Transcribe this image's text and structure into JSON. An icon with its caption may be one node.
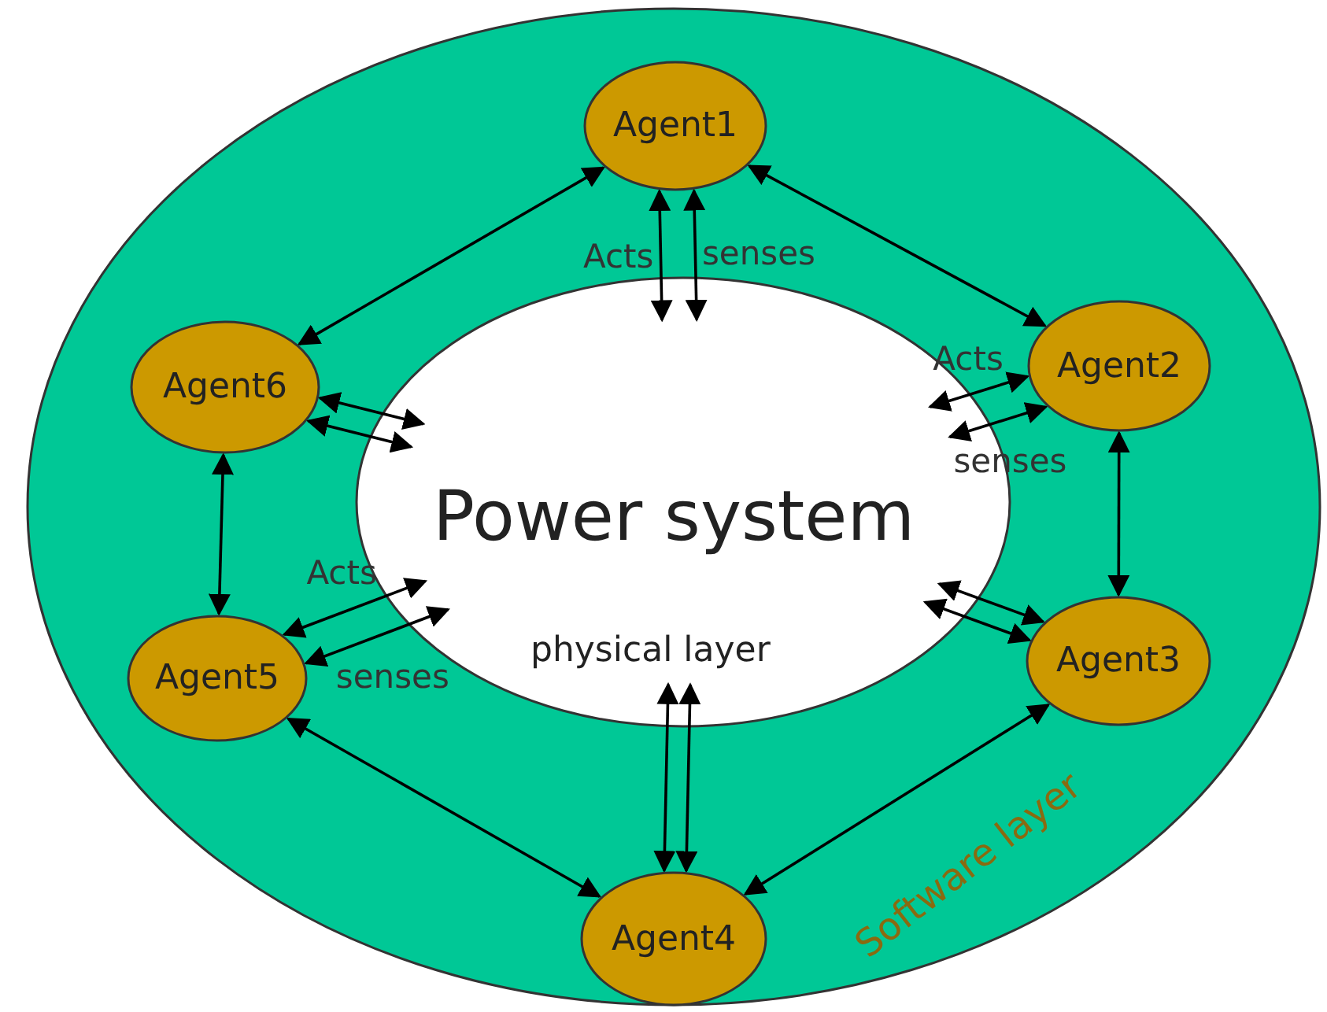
{
  "diagram": {
    "nodes": [
      {
        "text": [
          "Software layer"
        ]
      },
      {
        "text": [
          "Power system",
          "physical layer"
        ],
        "in": 0
      },
      {
        "text": [
          "Agent1"
        ],
        "in": 0
      },
      {
        "text": [
          "Agent2"
        ],
        "in": 0
      },
      {
        "text": [
          "Agent3"
        ],
        "in": 0
      },
      {
        "text": [
          "Agent4"
        ],
        "in": 0
      },
      {
        "text": [
          "Agent5"
        ],
        "in": 0
      },
      {
        "text": [
          "Agent6"
        ],
        "in": 0
      }
    ],
    "edges": [
      {
        "from": 2,
        "to": 3,
        "arrow": "both"
      },
      {
        "from": 3,
        "to": 4,
        "arrow": "both"
      },
      {
        "from": 4,
        "to": 5,
        "arrow": "both"
      },
      {
        "from": 5,
        "to": 6,
        "arrow": "both"
      },
      {
        "from": 6,
        "to": 7,
        "arrow": "both"
      },
      {
        "from": 7,
        "to": 2,
        "arrow": "both"
      },
      {
        "from": 2,
        "to": 1,
        "label": "Acts",
        "arrow": "both"
      },
      {
        "from": 2,
        "to": 1,
        "label": "senses",
        "arrow": "both"
      },
      {
        "from": 3,
        "to": 1,
        "label": "Acts",
        "arrow": "both"
      },
      {
        "from": 3,
        "to": 1,
        "label": "senses",
        "arrow": "both"
      },
      {
        "from": 4,
        "to": 1,
        "arrow": "both"
      },
      {
        "from": 4,
        "to": 1,
        "arrow": "both"
      },
      {
        "from": 5,
        "to": 1,
        "arrow": "both"
      },
      {
        "from": 5,
        "to": 1,
        "arrow": "both"
      },
      {
        "from": 6,
        "to": 1,
        "label": "Acts",
        "arrow": "both"
      },
      {
        "from": 6,
        "to": 1,
        "label": "senses",
        "arrow": "both"
      },
      {
        "from": 7,
        "to": 1,
        "arrow": "both"
      },
      {
        "from": 7,
        "to": 1,
        "arrow": "both"
      }
    ]
  }
}
